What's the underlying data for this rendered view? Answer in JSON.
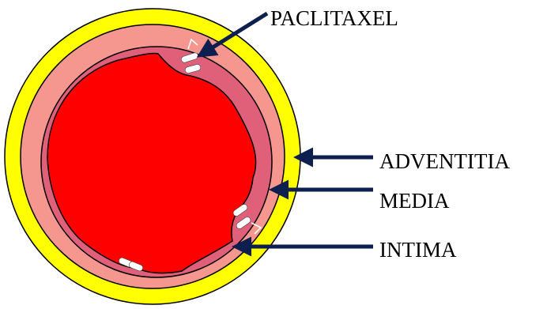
{
  "labels": {
    "paclitaxel": "PACLITAXEL",
    "adventitia": "ADVENTITIA",
    "media": "MEDIA",
    "intima": "INTIMA"
  },
  "colors": {
    "adventitia": "#ffff00",
    "media": "#f5978f",
    "intima": "#e0607a",
    "lumen": "#ff0000",
    "arrow": "#0d1f4f",
    "drug_particle": "#ffffff",
    "outline": "#000000"
  },
  "icons": {
    "drug_particle": "white-capsule",
    "pointer": "navy-arrow"
  }
}
